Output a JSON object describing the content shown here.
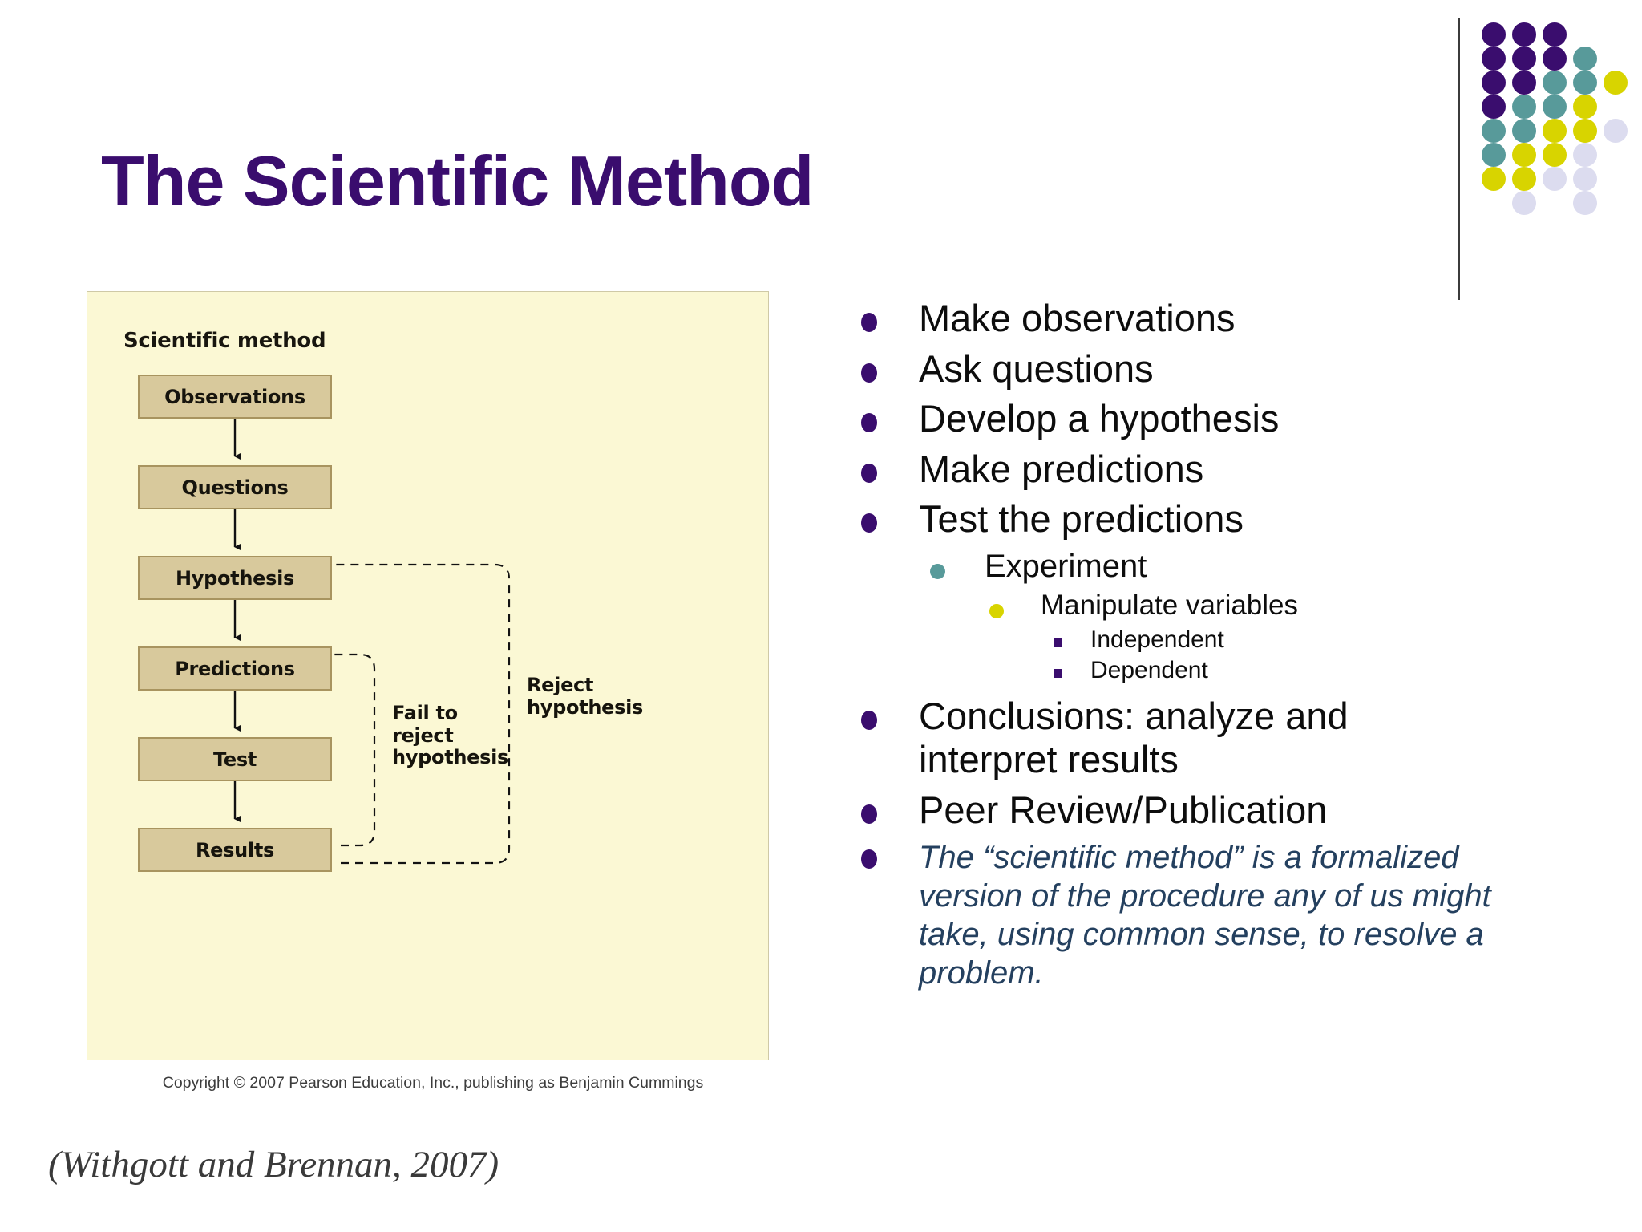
{
  "slide": {
    "title": "The Scientific Method",
    "citation": "(Withgott and Brennan, 2007)"
  },
  "colors": {
    "title_purple": "#3A0D6E",
    "bullet_purple": "#3A0D6E",
    "bullet_teal": "#589A9A",
    "bullet_yellow": "#D8D400",
    "bullet_lavender": "#DCDCEF",
    "note_blue": "#24405F",
    "figure_bg": "#FBF8D4",
    "flow_box_fill": "#D8C99C",
    "flow_box_border": "#A8945F"
  },
  "decoration": {
    "name": "dot-grid",
    "rows": [
      [
        "purple",
        "purple",
        "purple",
        "none",
        "none"
      ],
      [
        "purple",
        "purple",
        "purple",
        "teal",
        "none"
      ],
      [
        "purple",
        "purple",
        "teal",
        "teal",
        "yellow"
      ],
      [
        "purple",
        "teal",
        "teal",
        "yellow",
        "none"
      ],
      [
        "teal",
        "teal",
        "yellow",
        "yellow",
        "lavender"
      ],
      [
        "teal",
        "yellow",
        "yellow",
        "lavender",
        "none"
      ],
      [
        "yellow",
        "yellow",
        "lavender",
        "lavender",
        "none"
      ],
      [
        "none",
        "lavender",
        "none",
        "lavender",
        "none"
      ]
    ]
  },
  "figure": {
    "heading": "Scientific method",
    "boxes": [
      {
        "label": "Observations"
      },
      {
        "label": "Questions"
      },
      {
        "label": "Hypothesis"
      },
      {
        "label": "Predictions"
      },
      {
        "label": "Test"
      },
      {
        "label": "Results"
      }
    ],
    "labels": {
      "fail_to_reject": "Fail to\nreject\nhypothesis",
      "fail_to_reject_lines": [
        "Fail to",
        "reject",
        "hypothesis"
      ],
      "reject": "Reject\nhypothesis",
      "reject_lines": [
        "Reject",
        "hypothesis"
      ]
    },
    "copyright": "Copyright © 2007 Pearson Education, Inc., publishing as Benjamin Cummings"
  },
  "bullets": [
    {
      "level": 1,
      "text": "Make observations"
    },
    {
      "level": 1,
      "text": "Ask questions"
    },
    {
      "level": 1,
      "text": "Develop a hypothesis"
    },
    {
      "level": 1,
      "text": "Make predictions"
    },
    {
      "level": 1,
      "text": "Test the predictions"
    },
    {
      "level": 2,
      "text": "Experiment"
    },
    {
      "level": 3,
      "text": "Manipulate variables"
    },
    {
      "level": 4,
      "text": "Independent"
    },
    {
      "level": 4,
      "text": "Dependent"
    },
    {
      "level": 1,
      "text": "Conclusions:  analyze and interpret results"
    },
    {
      "level": 1,
      "text": "Peer Review/Publication"
    },
    {
      "level": 1,
      "italic": true,
      "text": "The “scientific method” is a formalized version of the procedure any of us might take, using common sense, to resolve a problem."
    }
  ]
}
